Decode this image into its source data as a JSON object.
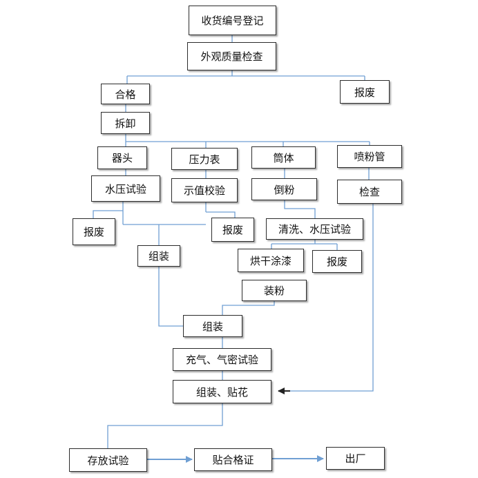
{
  "colors": {
    "connector": "#6f9fd3",
    "dark_arrow": "#222222",
    "box_border": "#2b2b2b"
  },
  "nodes": {
    "receipt_registration": "收货编号登记",
    "visual_quality_check": "外观质量检查",
    "qualified": "合格",
    "scrap_1": "报废",
    "disassembly": "拆卸",
    "valve_head": "器头",
    "pressure_gauge": "压力表",
    "cylinder": "筒体",
    "spray_tube": "喷粉管",
    "hydro_test_1": "水压试验",
    "reading_calibration": "示值校验",
    "pour_powder": "倒粉",
    "inspection": "检查",
    "scrap_2": "报废",
    "scrap_3": "报废",
    "wash_hydro_test": "清洗、水压试验",
    "assembly_1": "组装",
    "dry_coat": "烘干涂漆",
    "scrap_4": "报废",
    "fill_powder": "装粉",
    "assembly_2": "组装",
    "inflate_leak_test": "充气、气密试验",
    "assembly_labeling": "组装、贴花",
    "storage_test": "存放试验",
    "attach_certificate": "贴合格证",
    "shipment": "出厂"
  }
}
